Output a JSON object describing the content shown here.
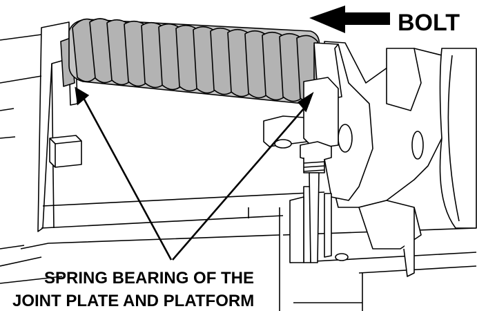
{
  "diagram": {
    "direction_label": "BOLT",
    "callout_line1": "SPRING BEARING OF THE",
    "callout_line2": "JOINT PLATE AND PLATFORM"
  },
  "colors": {
    "ink": "#000000",
    "spring": "#b3b3b3",
    "spring_edge": "#7a7a7a",
    "background": "#ffffff"
  }
}
